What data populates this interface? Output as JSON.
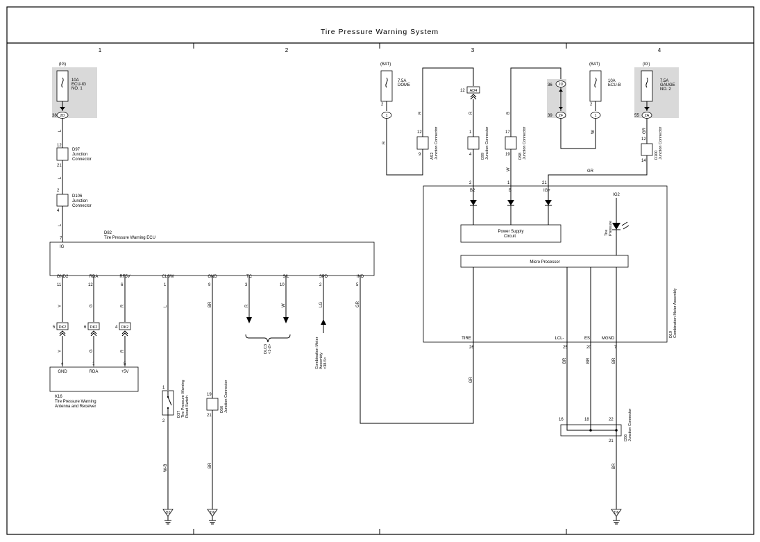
{
  "title": "Tire Pressure Warning System",
  "sections": [
    "1",
    "2",
    "3",
    "4"
  ],
  "fuses": {
    "ecu_ig": {
      "supply": "(IG)",
      "label": [
        "10A",
        "ECU-IG",
        "NO. 1"
      ],
      "pin": "38",
      "conn": "2D"
    },
    "dome": {
      "supply": "(BAT)",
      "label": [
        "7.5A",
        "DOME"
      ],
      "pin": "2",
      "conn": "1"
    },
    "ecu_b": {
      "supply": "(BAT)",
      "label": [
        "10A",
        "ECU-B"
      ],
      "pin": "2",
      "conn": "1"
    },
    "gauge": {
      "supply": "(IG)",
      "label": [
        "7.5A",
        "GAUGE",
        "NO. 2"
      ],
      "pin": "55",
      "conn": "2A"
    }
  },
  "jb": {
    "pin36": "36",
    "conn36": "2D",
    "pin39": "39",
    "conn39": "2F"
  },
  "connector_ad4": {
    "pin": "12",
    "label": "AD4"
  },
  "junctions": {
    "d97": {
      "name": "D97",
      "desc": [
        "Junction",
        "Connector"
      ],
      "pin_top": "12",
      "pin_bottom": "21"
    },
    "d106": {
      "name": "D106",
      "desc": [
        "Junction",
        "Connector"
      ],
      "pin_top": "2",
      "pin_bottom": "4"
    },
    "as2": {
      "name": "AS2",
      "desc": "Junction Connector",
      "pin_top": "12",
      "pin_bottom": "9"
    },
    "d99": {
      "name": "D99",
      "desc": "Junction Connector",
      "pin_top": "1",
      "pin_bottom": "4"
    },
    "d98": {
      "name": "D98",
      "desc": "Junction Connector",
      "pin_top": "17",
      "pin_bottom": "19"
    },
    "d100": {
      "name": "D100",
      "desc": "Junction Connector",
      "pin_top": "12",
      "pin_bottom": "14"
    },
    "d56a": {
      "name": "D56",
      "desc": "Junction Connector",
      "pin_top": "19",
      "pin_bottom": "21"
    },
    "d56b": {
      "name": "D56",
      "desc": "Junction Connector",
      "pins": [
        "16",
        "18",
        "22"
      ],
      "pin_bottom": "21"
    }
  },
  "ecu": {
    "name": "D82",
    "title": "Tire Pressure Warning ECU",
    "ig": {
      "pin": "7",
      "label": "IG"
    },
    "terminals": [
      {
        "label": "GND2",
        "pin": "11",
        "wire": "Y"
      },
      {
        "label": "RDA",
        "pin": "12",
        "wire": "G"
      },
      {
        "label": "RF5V",
        "pin": "6",
        "wire": "R"
      },
      {
        "label": "CLSW",
        "pin": "1",
        "wire": "L"
      },
      {
        "label": "GND",
        "pin": "9",
        "wire": "BR"
      },
      {
        "label": "TC",
        "pin": "3",
        "wire": "R"
      },
      {
        "label": "SIL",
        "pin": "10",
        "wire": "W"
      },
      {
        "label": "SPD",
        "pin": "2",
        "wire": "LG"
      },
      {
        "label": "IND",
        "pin": "5",
        "wire": "GR"
      }
    ]
  },
  "dk2": [
    {
      "pin": "5",
      "label": "DK2"
    },
    {
      "pin": "6",
      "label": "DK2"
    },
    {
      "pin": "4",
      "label": "DK2"
    }
  ],
  "antenna": {
    "name": "K16",
    "title": [
      "Tire Pressure Warning",
      "Antenna and Receiver"
    ],
    "terminals": [
      {
        "label": "GND",
        "pin": "4",
        "wire": "Y"
      },
      {
        "label": "RDA",
        "pin": "1",
        "wire": "G"
      },
      {
        "label": "+5V",
        "pin": "5",
        "wire": "R"
      }
    ]
  },
  "reset_switch": {
    "name": "D37",
    "desc": [
      "Tire Pressure Warning",
      "Reset Switch"
    ],
    "pin_top": "1",
    "pin_bottom": "2",
    "wire": "W-B"
  },
  "dlc3": {
    "name": "DLC3",
    "ref": "<1-2>"
  },
  "combo_ref": {
    "text": [
      "Combination Meter",
      "Assembly",
      "<38-5>"
    ]
  },
  "meter": {
    "name": "D19",
    "title": "Combination Meter Assembly",
    "inputs": [
      {
        "label": "B2",
        "pin": "2",
        "wire": "R"
      },
      {
        "label": "B",
        "pin": "1",
        "wire": "W"
      },
      {
        "label": "IG+",
        "pin": "21",
        "wire": "GR"
      }
    ],
    "ig2": "IG2",
    "indicator": [
      "Tire",
      "Pressure"
    ],
    "power_supply": [
      "Power Supply",
      "Circuit"
    ],
    "micro": "Micro Processor",
    "outputs": [
      {
        "label": "TIRE",
        "pin": "26",
        "wire": "GR"
      },
      {
        "label": "LCL-",
        "pin": "25",
        "wire": "BR"
      },
      {
        "label": "ES",
        "pin": "20",
        "wire": "BR"
      },
      {
        "label": "MGND",
        "pin": "7",
        "wire": "BR"
      }
    ]
  },
  "wires": {
    "ig_l": [
      "L",
      "L",
      "L",
      "L"
    ],
    "dome_r": "R",
    "ad4_r_up": "R",
    "ad4_r_down": "R",
    "jb36_b": "B",
    "ecub_w": "W",
    "gauge_gr": "GR",
    "d98_w": "W",
    "gr_horizontal": "GR",
    "gnd_br": "BR",
    "d56_br": "BR"
  },
  "grounds": {
    "d2": "D2",
    "d6a": "D6",
    "d6b": "D6"
  }
}
